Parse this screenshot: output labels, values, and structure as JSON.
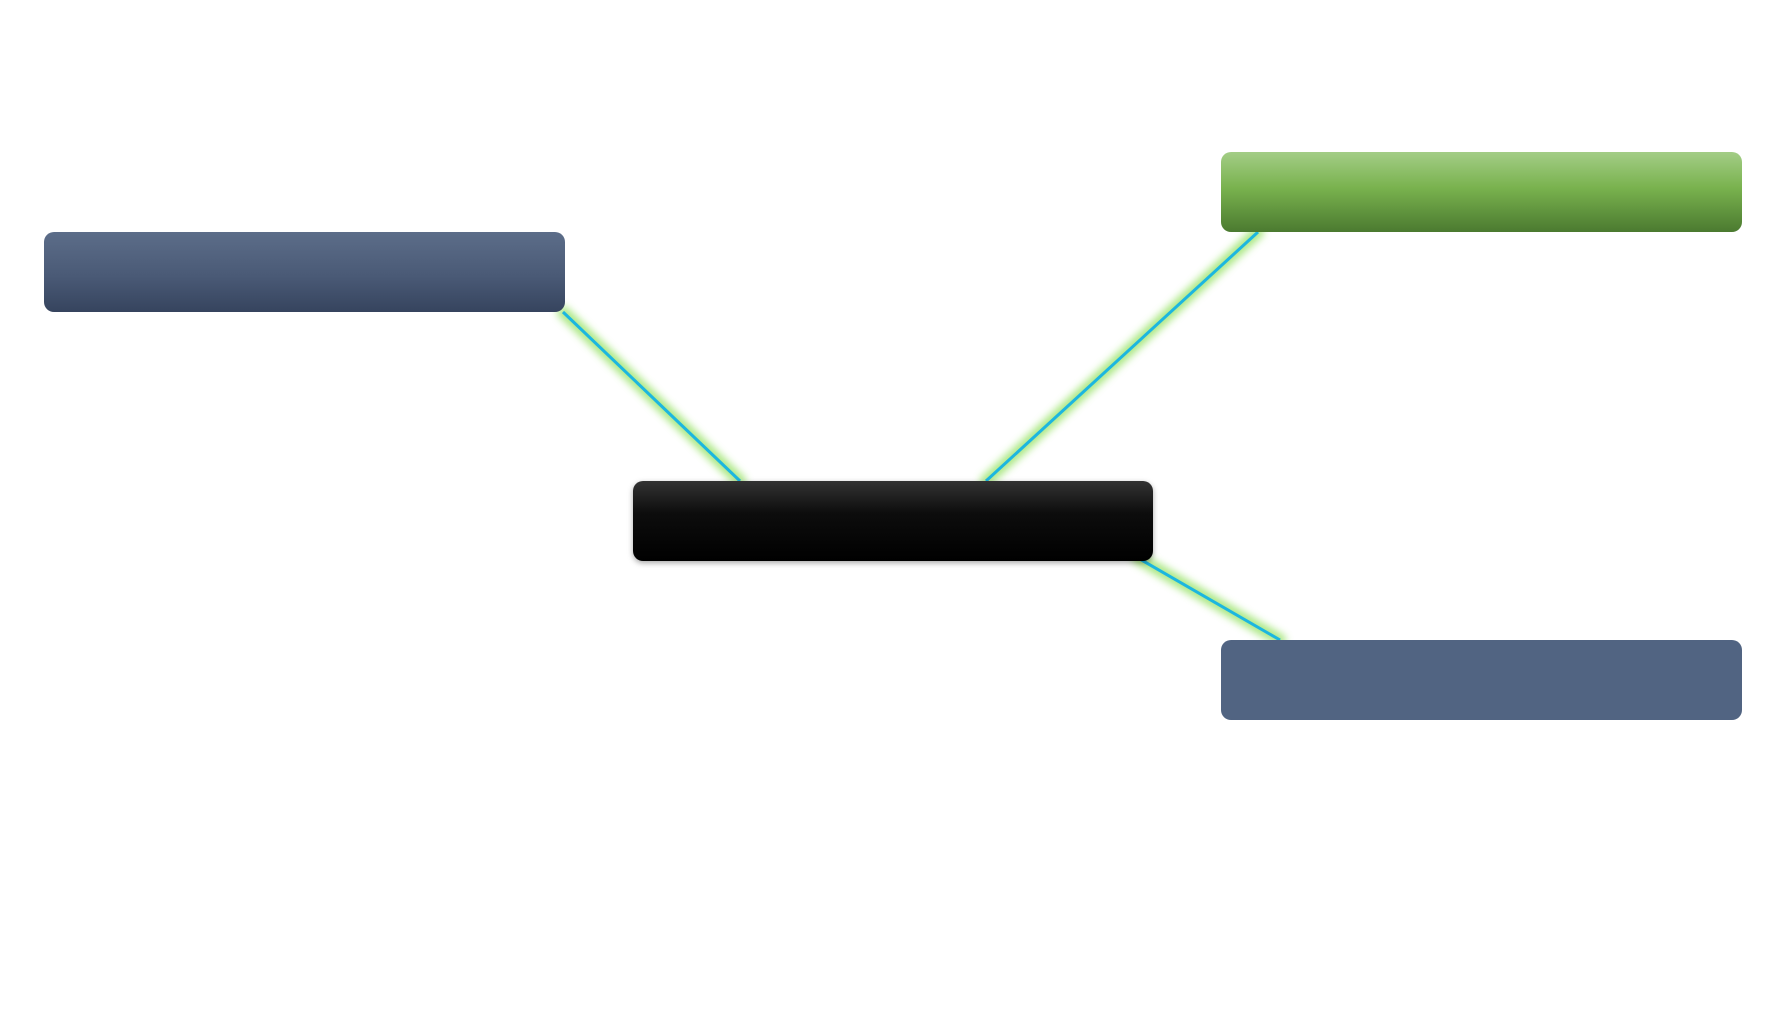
{
  "diagram": {
    "type": "mind-map",
    "colors": {
      "connector": "#1cb6e0",
      "connector_glow": "#8fe05a",
      "central_node": "#000000",
      "branch_top_left": "#4a5a76",
      "branch_top_right": "#79b24e",
      "branch_bottom_right": "#516482"
    },
    "nodes": {
      "center": {
        "label": ""
      },
      "top_left": {
        "label": ""
      },
      "top_right": {
        "label": ""
      },
      "bottom_right": {
        "label": ""
      }
    },
    "connections": [
      {
        "from": "center",
        "to": "top_left"
      },
      {
        "from": "center",
        "to": "top_right"
      },
      {
        "from": "center",
        "to": "bottom_right"
      }
    ]
  }
}
